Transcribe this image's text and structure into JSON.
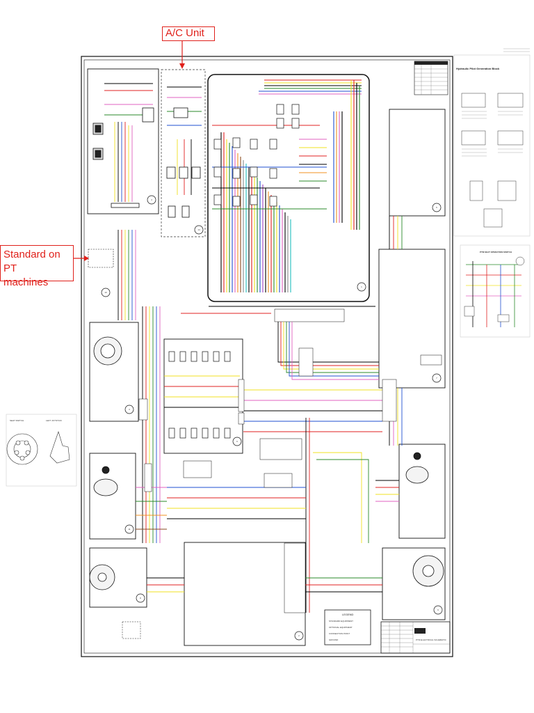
{
  "callouts": {
    "ac_unit": "A/C Unit",
    "pt_line1": "Standard on PT",
    "pt_line2": "machines"
  },
  "side_panels": {
    "top_right_title": "Hydraulic Pilot Generation Block",
    "middle_right_title": "PTM SEAT OPERATION SWITCH",
    "left_inset_note_1": "LEFT JOYSTICK",
    "left_inset_note_2": "SEAT SWITCH"
  },
  "main_sheet": {
    "title_block_title": "PTM ELECTRICAL SCHEMATIC",
    "legend_title": "LEGEND",
    "legend_items": [
      "STANDARD EQUIPMENT",
      "OPTIONAL EQUIPMENT",
      "CONNECTION POINT",
      "GROUND"
    ],
    "section_numbers": [
      "1",
      "2",
      "3",
      "4",
      "5",
      "6",
      "7",
      "8",
      "9",
      "10",
      "11",
      "14"
    ]
  },
  "colors": {
    "callout_red": "#e0201a",
    "wire_colors": [
      "#000000",
      "#e02020",
      "#f0e020",
      "#2a8a2a",
      "#1f4fd0",
      "#e060c0",
      "#f09020",
      "#8a4a20",
      "#8a8a8a",
      "#20c0c0",
      "#a040c0"
    ]
  }
}
